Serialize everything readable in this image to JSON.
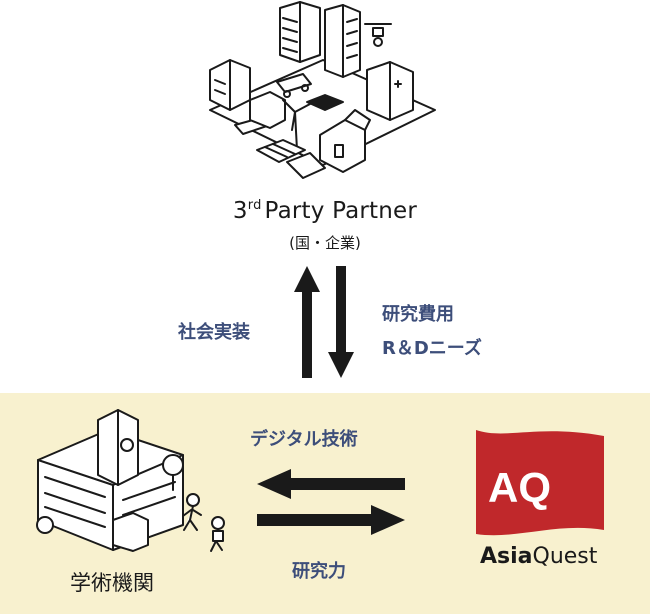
{
  "partner": {
    "title_number": "3",
    "title_superscript": "rd",
    "title_rest": "Party Partner",
    "subtitle": "(国・企業)"
  },
  "upper_flow": {
    "left_label": "社会実装",
    "right_label_line1": "研究費用",
    "right_label_line2": "R＆Dニーズ"
  },
  "lower_flow": {
    "top_label": "デジタル技術",
    "bottom_label": "研究力"
  },
  "academia": {
    "label": "学術機関"
  },
  "company": {
    "logo_letters": "AQ",
    "name_bold": "Asia",
    "name_regular": "Quest"
  },
  "colors": {
    "band": "#f8f1cf",
    "navy_text": "#3d4e7a",
    "logo_red": "#c0282b",
    "ink": "#1a1a1a"
  }
}
